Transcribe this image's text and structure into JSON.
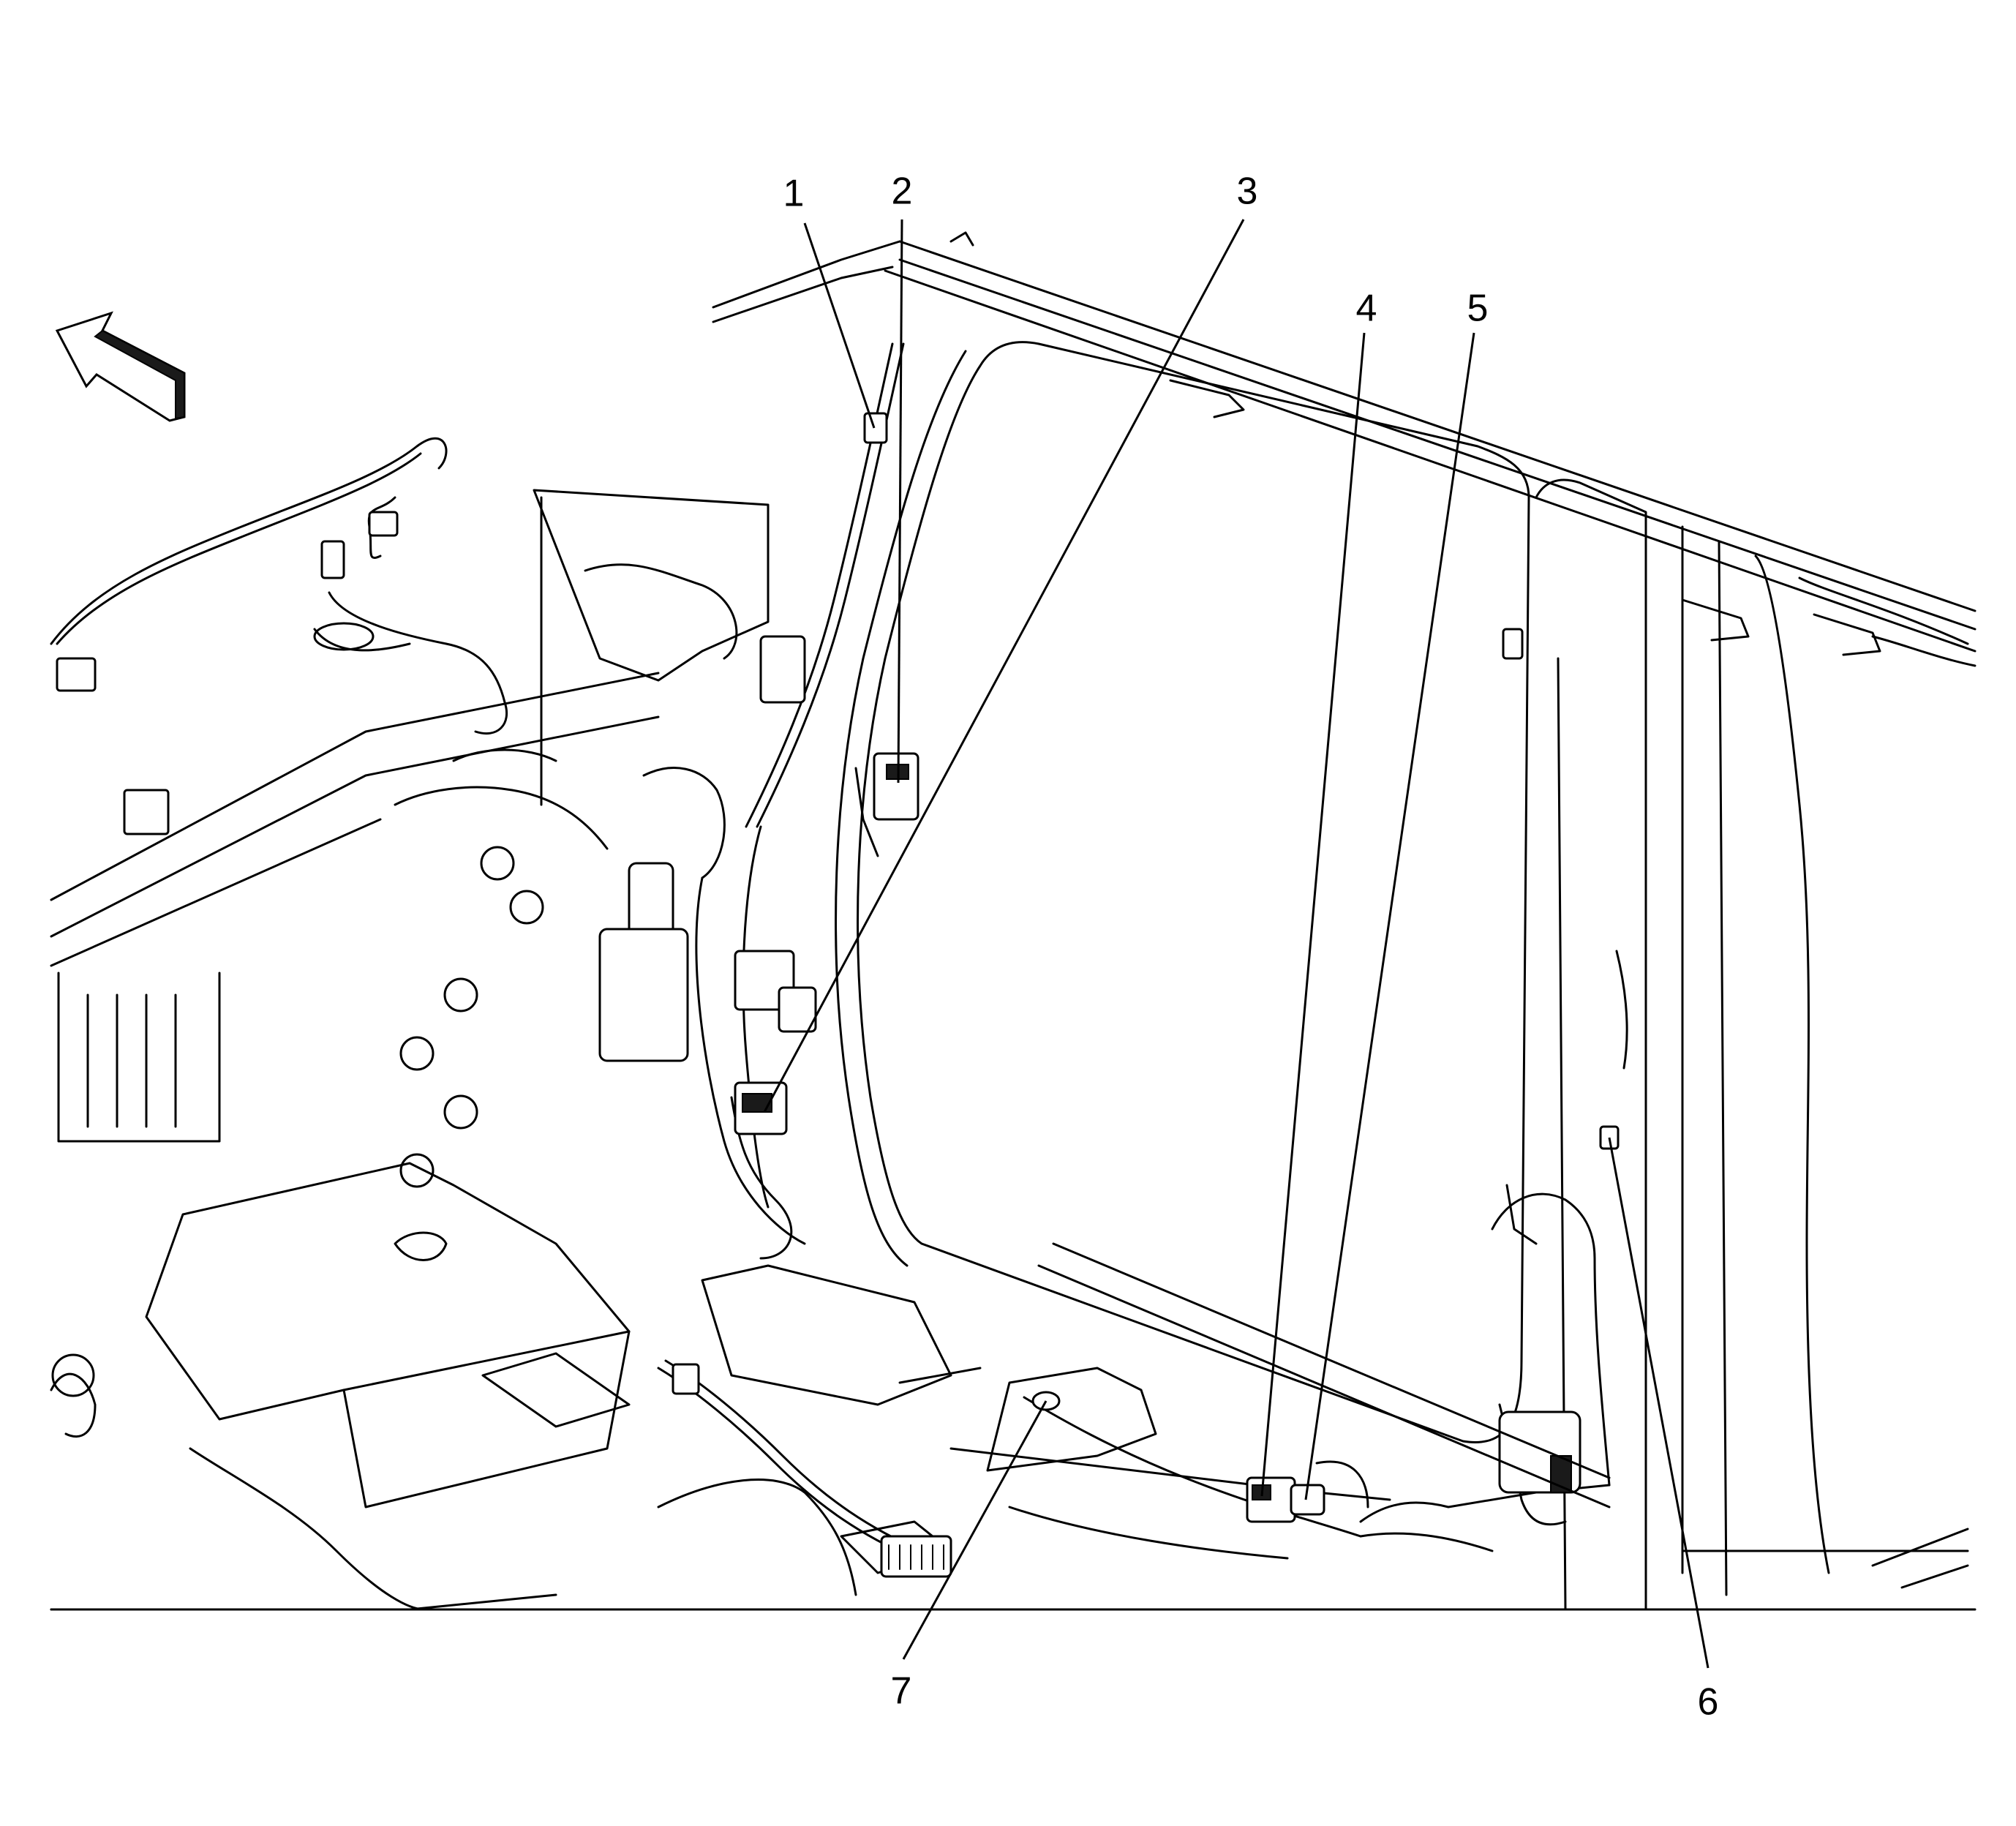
{
  "callouts": [
    {
      "id": "1",
      "label": "1"
    },
    {
      "id": "2",
      "label": "2"
    },
    {
      "id": "3",
      "label": "3"
    },
    {
      "id": "4",
      "label": "4"
    },
    {
      "id": "5",
      "label": "5"
    },
    {
      "id": "6",
      "label": "6"
    },
    {
      "id": "7",
      "label": "7"
    }
  ],
  "icons": {
    "direction": "front-direction-arrow-icon"
  }
}
